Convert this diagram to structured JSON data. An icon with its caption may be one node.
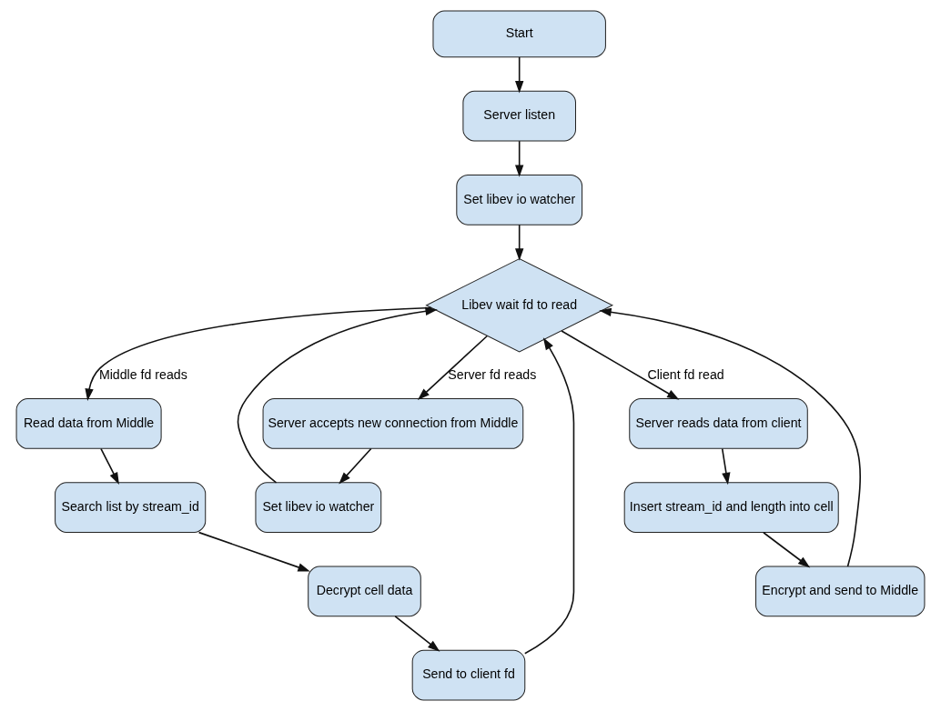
{
  "diagram": {
    "nodes": [
      {
        "text": [
          "Start"
        ]
      },
      {
        "text": [
          "Server listen"
        ]
      },
      {
        "text": [
          "Set libev io watcher"
        ]
      },
      {
        "text": [
          "Libev wait fd to read"
        ]
      },
      {
        "text": [
          "Server accepts new connection from Middle"
        ]
      },
      {
        "text": [
          "Set libev io watcher"
        ]
      },
      {
        "text": [
          "Read data from Middle"
        ]
      },
      {
        "text": [
          "Search list by stream_id"
        ]
      },
      {
        "text": [
          "Decrypt cell data"
        ]
      },
      {
        "text": [
          "Send to client fd"
        ]
      },
      {
        "text": [
          "Server reads data from client"
        ]
      },
      {
        "text": [
          "Insert stream_id and length into cell"
        ]
      },
      {
        "text": [
          "Encrypt and send to Middle"
        ]
      }
    ],
    "edges": [
      {
        "from": 0,
        "to": 1,
        "arrow": "to"
      },
      {
        "from": 1,
        "to": 2,
        "arrow": "to"
      },
      {
        "from": 2,
        "to": 3,
        "arrow": "to"
      },
      {
        "from": 3,
        "to": 4,
        "arrow": "to",
        "label": "Server fd reads"
      },
      {
        "from": 4,
        "to": 5,
        "arrow": "to"
      },
      {
        "from": 5,
        "to": 3,
        "arrow": "to"
      },
      {
        "from": 3,
        "to": 6,
        "arrow": "to",
        "label": "Middle fd reads"
      },
      {
        "from": 6,
        "to": 7,
        "arrow": "to"
      },
      {
        "from": 7,
        "to": 8,
        "arrow": "to"
      },
      {
        "from": 8,
        "to": 9,
        "arrow": "to"
      },
      {
        "from": 9,
        "to": 3,
        "arrow": "to"
      },
      {
        "from": 3,
        "to": 10,
        "arrow": "to",
        "label": "Client fd read"
      },
      {
        "from": 10,
        "to": 11,
        "arrow": "to"
      },
      {
        "from": 11,
        "to": 12,
        "arrow": "to"
      },
      {
        "from": 12,
        "to": 3,
        "arrow": "to"
      }
    ]
  }
}
